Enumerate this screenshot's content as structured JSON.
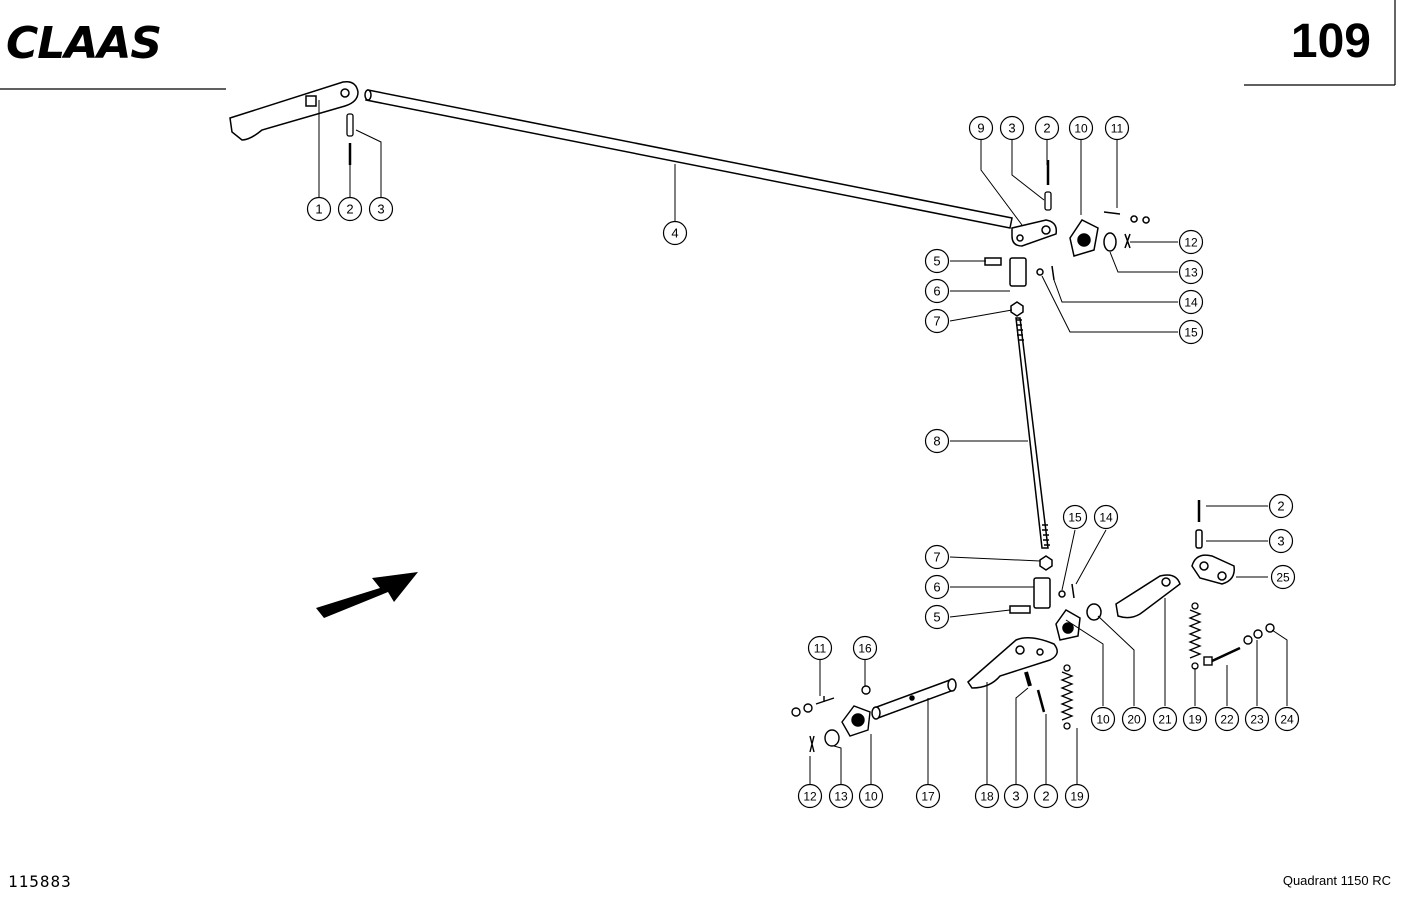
{
  "header": {
    "brand": "CLAAS",
    "page_number": "109"
  },
  "footer": {
    "drawing_number": "115883",
    "model": "Quadrant 1150 RC"
  },
  "callouts": [
    {
      "id": "c1",
      "label": "1"
    },
    {
      "id": "c2",
      "label": "2"
    },
    {
      "id": "c3",
      "label": "3"
    },
    {
      "id": "c4",
      "label": "4"
    },
    {
      "id": "c9",
      "label": "9"
    },
    {
      "id": "c3b",
      "label": "3"
    },
    {
      "id": "c2b",
      "label": "2"
    },
    {
      "id": "c10",
      "label": "10"
    },
    {
      "id": "c11",
      "label": "11"
    },
    {
      "id": "c12",
      "label": "12"
    },
    {
      "id": "c13",
      "label": "13"
    },
    {
      "id": "c14",
      "label": "14"
    },
    {
      "id": "c15",
      "label": "15"
    },
    {
      "id": "c5",
      "label": "5"
    },
    {
      "id": "c6",
      "label": "6"
    },
    {
      "id": "c7",
      "label": "7"
    },
    {
      "id": "c8",
      "label": "8"
    },
    {
      "id": "c15b",
      "label": "15"
    },
    {
      "id": "c14b",
      "label": "14"
    },
    {
      "id": "c2c",
      "label": "2"
    },
    {
      "id": "c3c",
      "label": "3"
    },
    {
      "id": "c25",
      "label": "25"
    },
    {
      "id": "c7b",
      "label": "7"
    },
    {
      "id": "c6b",
      "label": "6"
    },
    {
      "id": "c5b",
      "label": "5"
    },
    {
      "id": "c11b",
      "label": "11"
    },
    {
      "id": "c16",
      "label": "16"
    },
    {
      "id": "c10b",
      "label": "10"
    },
    {
      "id": "c20",
      "label": "20"
    },
    {
      "id": "c21",
      "label": "21"
    },
    {
      "id": "c19",
      "label": "19"
    },
    {
      "id": "c22",
      "label": "22"
    },
    {
      "id": "c23",
      "label": "23"
    },
    {
      "id": "c24",
      "label": "24"
    },
    {
      "id": "c12b",
      "label": "12"
    },
    {
      "id": "c13b",
      "label": "13"
    },
    {
      "id": "c10c",
      "label": "10"
    },
    {
      "id": "c17",
      "label": "17"
    },
    {
      "id": "c18",
      "label": "18"
    },
    {
      "id": "c3d",
      "label": "3"
    },
    {
      "id": "c2d",
      "label": "2"
    },
    {
      "id": "c19b",
      "label": "19"
    }
  ]
}
